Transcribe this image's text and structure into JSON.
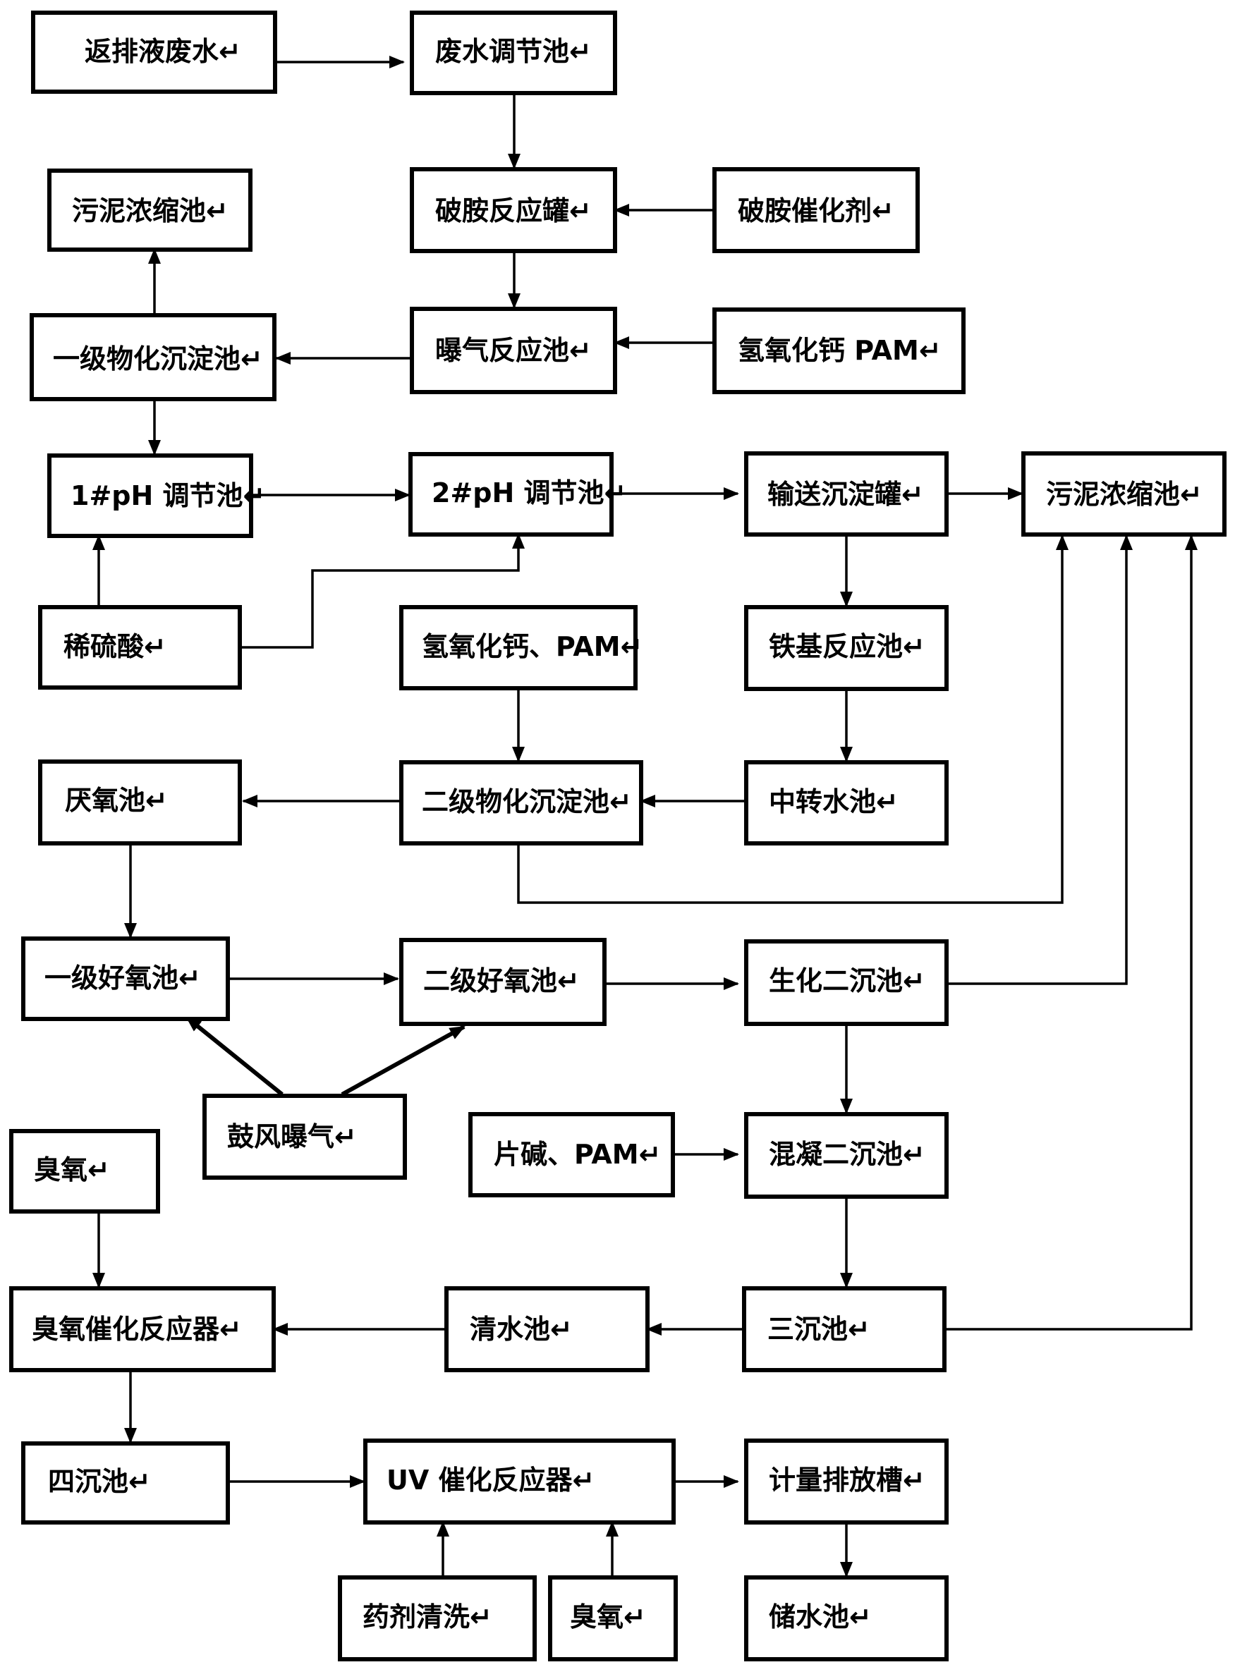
{
  "diagram": {
    "nodes": [
      {
        "id": "n1",
        "label": "返排液废水↵"
      },
      {
        "id": "n2",
        "label": "废水调节池↵"
      },
      {
        "id": "n3",
        "label": "污泥浓缩池↵"
      },
      {
        "id": "n4",
        "label": "破胺反应罐↵"
      },
      {
        "id": "n5",
        "label": "破胺催化剂↵"
      },
      {
        "id": "n6",
        "label": "一级物化沉淀池↵"
      },
      {
        "id": "n7",
        "label": "曝气反应池↵"
      },
      {
        "id": "n8",
        "label": "氢氧化钙 PAM↵"
      },
      {
        "id": "n9",
        "label": "1#pH 调节池↵"
      },
      {
        "id": "n10",
        "label": "2#pH 调节池↵"
      },
      {
        "id": "n11",
        "label": "输送沉淀罐↵"
      },
      {
        "id": "n12",
        "label": "污泥浓缩池↵"
      },
      {
        "id": "n13",
        "label": "稀硫酸↵"
      },
      {
        "id": "n14",
        "label": "氢氧化钙、PAM↵"
      },
      {
        "id": "n15",
        "label": "铁基反应池↵"
      },
      {
        "id": "n16",
        "label": "厌氧池↵"
      },
      {
        "id": "n17",
        "label": "二级物化沉淀池↵"
      },
      {
        "id": "n18",
        "label": "中转水池↵"
      },
      {
        "id": "n19",
        "label": "一级好氧池↵"
      },
      {
        "id": "n20",
        "label": "二级好氧池↵"
      },
      {
        "id": "n21",
        "label": "生化二沉池↵"
      },
      {
        "id": "n22",
        "label": "鼓风曝气↵"
      },
      {
        "id": "n23",
        "label": "臭氧↵"
      },
      {
        "id": "n24",
        "label": "片碱、PAM↵"
      },
      {
        "id": "n25",
        "label": "混凝二沉池↵"
      },
      {
        "id": "n26",
        "label": "臭氧催化反应器↵"
      },
      {
        "id": "n27",
        "label": "清水池↵"
      },
      {
        "id": "n28",
        "label": "三沉池↵"
      },
      {
        "id": "n29",
        "label": "四沉池↵"
      },
      {
        "id": "n30",
        "label": "UV 催化反应器↵"
      },
      {
        "id": "n31",
        "label": "计量排放槽↵"
      },
      {
        "id": "n32",
        "label": "药剂清洗↵"
      },
      {
        "id": "n33",
        "label": "臭氧↵"
      },
      {
        "id": "n34",
        "label": "储水池↵"
      }
    ],
    "edges": [
      {
        "from": "n1",
        "to": "n2"
      },
      {
        "from": "n2",
        "to": "n4"
      },
      {
        "from": "n5",
        "to": "n4"
      },
      {
        "from": "n4",
        "to": "n7"
      },
      {
        "from": "n8",
        "to": "n7"
      },
      {
        "from": "n7",
        "to": "n6"
      },
      {
        "from": "n6",
        "to": "n3"
      },
      {
        "from": "n6",
        "to": "n9"
      },
      {
        "from": "n9",
        "to": "n10"
      },
      {
        "from": "n13",
        "to": "n9"
      },
      {
        "from": "n13",
        "to": "n10"
      },
      {
        "from": "n10",
        "to": "n11"
      },
      {
        "from": "n11",
        "to": "n12"
      },
      {
        "from": "n11",
        "to": "n15"
      },
      {
        "from": "n15",
        "to": "n18"
      },
      {
        "from": "n18",
        "to": "n17"
      },
      {
        "from": "n14",
        "to": "n17"
      },
      {
        "from": "n17",
        "to": "n16"
      },
      {
        "from": "n17",
        "to": "n12"
      },
      {
        "from": "n16",
        "to": "n19"
      },
      {
        "from": "n19",
        "to": "n20"
      },
      {
        "from": "n22",
        "to": "n19"
      },
      {
        "from": "n22",
        "to": "n20"
      },
      {
        "from": "n20",
        "to": "n21"
      },
      {
        "from": "n21",
        "to": "n12"
      },
      {
        "from": "n21",
        "to": "n25"
      },
      {
        "from": "n24",
        "to": "n25"
      },
      {
        "from": "n25",
        "to": "n28"
      },
      {
        "from": "n28",
        "to": "n12"
      },
      {
        "from": "n28",
        "to": "n27"
      },
      {
        "from": "n27",
        "to": "n26"
      },
      {
        "from": "n23",
        "to": "n26"
      },
      {
        "from": "n26",
        "to": "n29"
      },
      {
        "from": "n29",
        "to": "n30"
      },
      {
        "from": "n32",
        "to": "n30"
      },
      {
        "from": "n33",
        "to": "n30"
      },
      {
        "from": "n30",
        "to": "n31"
      },
      {
        "from": "n31",
        "to": "n34"
      }
    ]
  }
}
